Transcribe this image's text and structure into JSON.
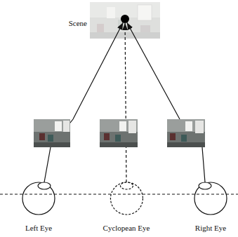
{
  "diagram": {
    "nodes": [
      {
        "text": [
          "Scene"
        ]
      },
      {
        "text": [
          "Left Eye"
        ]
      },
      {
        "text": [
          "Cyclopean Eye"
        ]
      },
      {
        "text": [
          "Right Eye"
        ]
      }
    ],
    "edges": [
      {
        "from": 1,
        "to": 0,
        "arrow": "to"
      },
      {
        "from": 2,
        "to": 0,
        "arrow": "to"
      },
      {
        "from": 3,
        "to": 0,
        "arrow": "to"
      }
    ]
  }
}
